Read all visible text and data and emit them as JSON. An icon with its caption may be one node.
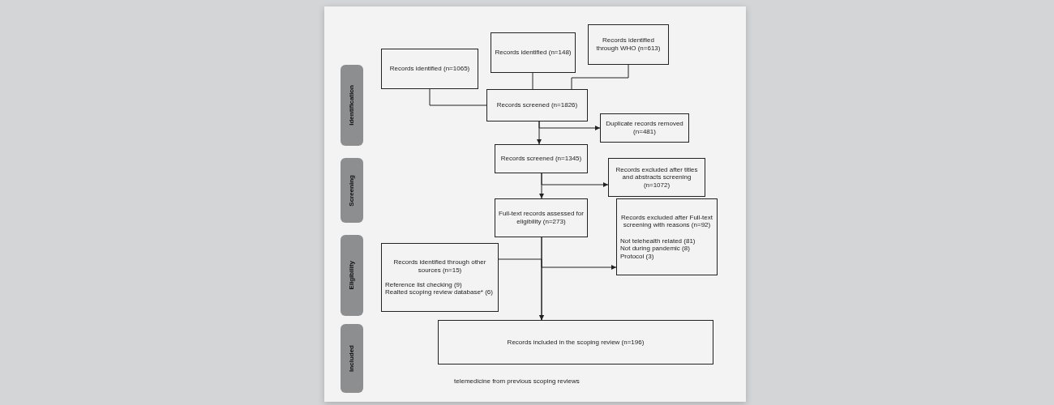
{
  "diagram": {
    "nodes": [
      {
        "text": [
          "Identification"
        ]
      },
      {
        "text": [
          "Screening"
        ]
      },
      {
        "text": [
          "Eligibility"
        ]
      },
      {
        "text": [
          "Included"
        ]
      },
      {
        "text": [
          "Records identified (n=1065)"
        ]
      },
      {
        "text": [
          "Records identified (n=148)"
        ]
      },
      {
        "text": [
          "Records identified through WHO (n=613)"
        ]
      },
      {
        "text": [
          "Records screened (n=1826)"
        ]
      },
      {
        "text": [
          "Duplicate records removed (n=481)"
        ]
      },
      {
        "text": [
          "Records screened (n=1345)"
        ]
      },
      {
        "text": [
          "Records excluded after titles and abstracts screening (n=1072)"
        ]
      },
      {
        "text": [
          "Full-text records assessed for eligibility (n=273)"
        ]
      },
      {
        "text": [
          "Records excluded after Full-text screening with reasons (n=92)",
          "Not telehealth related (81)",
          "Not during pandemic (8)",
          "Protocol (3)"
        ]
      },
      {
        "text": [
          "Records identified through other sources (n=15)",
          "Reference list checking (9)",
          "Realted scoping review database* (6)"
        ]
      },
      {
        "text": [
          "Records included in the scoping review (n=196)"
        ]
      }
    ],
    "edges": [
      {
        "from": 4,
        "to": 7,
        "arrow": "none"
      },
      {
        "from": 5,
        "to": 7,
        "arrow": "none"
      },
      {
        "from": 6,
        "to": 7,
        "arrow": "none"
      },
      {
        "from": 7,
        "to": 9,
        "arrow": "to"
      },
      {
        "from": 7,
        "to": 8,
        "arrow": "to"
      },
      {
        "from": 9,
        "to": 11,
        "arrow": "to"
      },
      {
        "from": 9,
        "to": 10,
        "arrow": "to"
      },
      {
        "from": 11,
        "to": 14,
        "arrow": "to"
      },
      {
        "from": 11,
        "to": 12,
        "arrow": "to"
      },
      {
        "from": 13,
        "to": 14,
        "arrow": "to"
      }
    ],
    "labels": [
      "telemedicine from previous scoping reviews"
    ]
  }
}
